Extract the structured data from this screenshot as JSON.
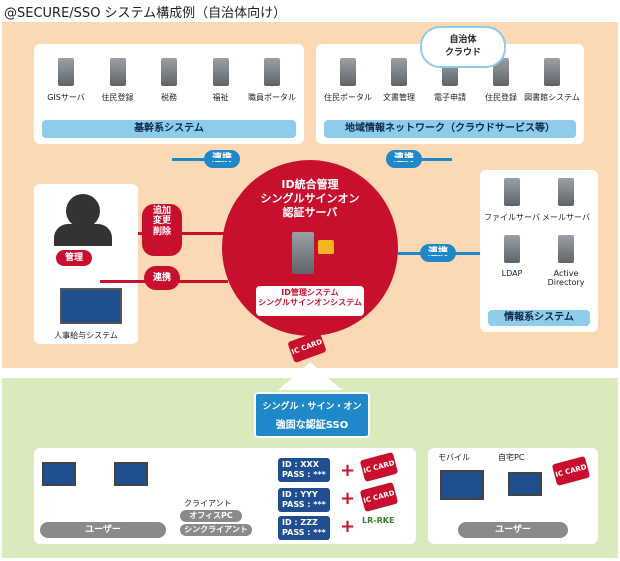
{
  "title": "@SECURE/SSO システム構成例（自治体向け）",
  "colors": {
    "red": "#c8102e",
    "blue": "#1f88c9",
    "lightblue": "#8fcbea",
    "orange_bg": "#fbd9b4",
    "green_bg": "#d9ebbd"
  },
  "core_system": {
    "label": "基幹系システム",
    "servers": [
      "GISサーバ",
      "住民登録",
      "税務",
      "福祉",
      "職員ポータル"
    ]
  },
  "regional_network": {
    "label": "地域情報ネットワーク（クラウドサービス等）",
    "cloud_label": "自治体\nクラウド",
    "servers": [
      "住民ポータル",
      "文書管理",
      "電子申請",
      "住民登録",
      "図書館システム"
    ]
  },
  "info_system": {
    "label": "情報系システム",
    "servers": [
      "ファイルサーバ",
      "メールサーバ",
      "LDAP",
      "Active\nDirectory"
    ]
  },
  "center": {
    "title": "ID統合管理\nシングルサインオン\n認証サーバ",
    "subtitle": "ID管理システム\nシングルサインオンシステム"
  },
  "links": {
    "renkei": "連携",
    "add_change_delete": "追加\n変更\n削除",
    "kanri": "管理"
  },
  "hr_system": "人事給与システム",
  "sso_banner": {
    "line1": "シングル・サイン・オン",
    "line2": "強固な認証SSO"
  },
  "clients": {
    "label": "クライアント",
    "items": [
      "オフィスPC",
      "シンクライアント"
    ],
    "user_label": "ユーザー"
  },
  "credentials": [
    {
      "id": "ID : XXX",
      "pass": "PASS : ***"
    },
    {
      "id": "ID : YYY",
      "pass": "PASS : ***"
    },
    {
      "id": "ID : ZZZ",
      "pass": "PASS : ***"
    }
  ],
  "card_label": "IC CARD",
  "reader_label": "LR-RKE",
  "mobile": {
    "mobile_label": "モバイル",
    "home_label": "自宅PC",
    "user_label": "ユーザー"
  }
}
